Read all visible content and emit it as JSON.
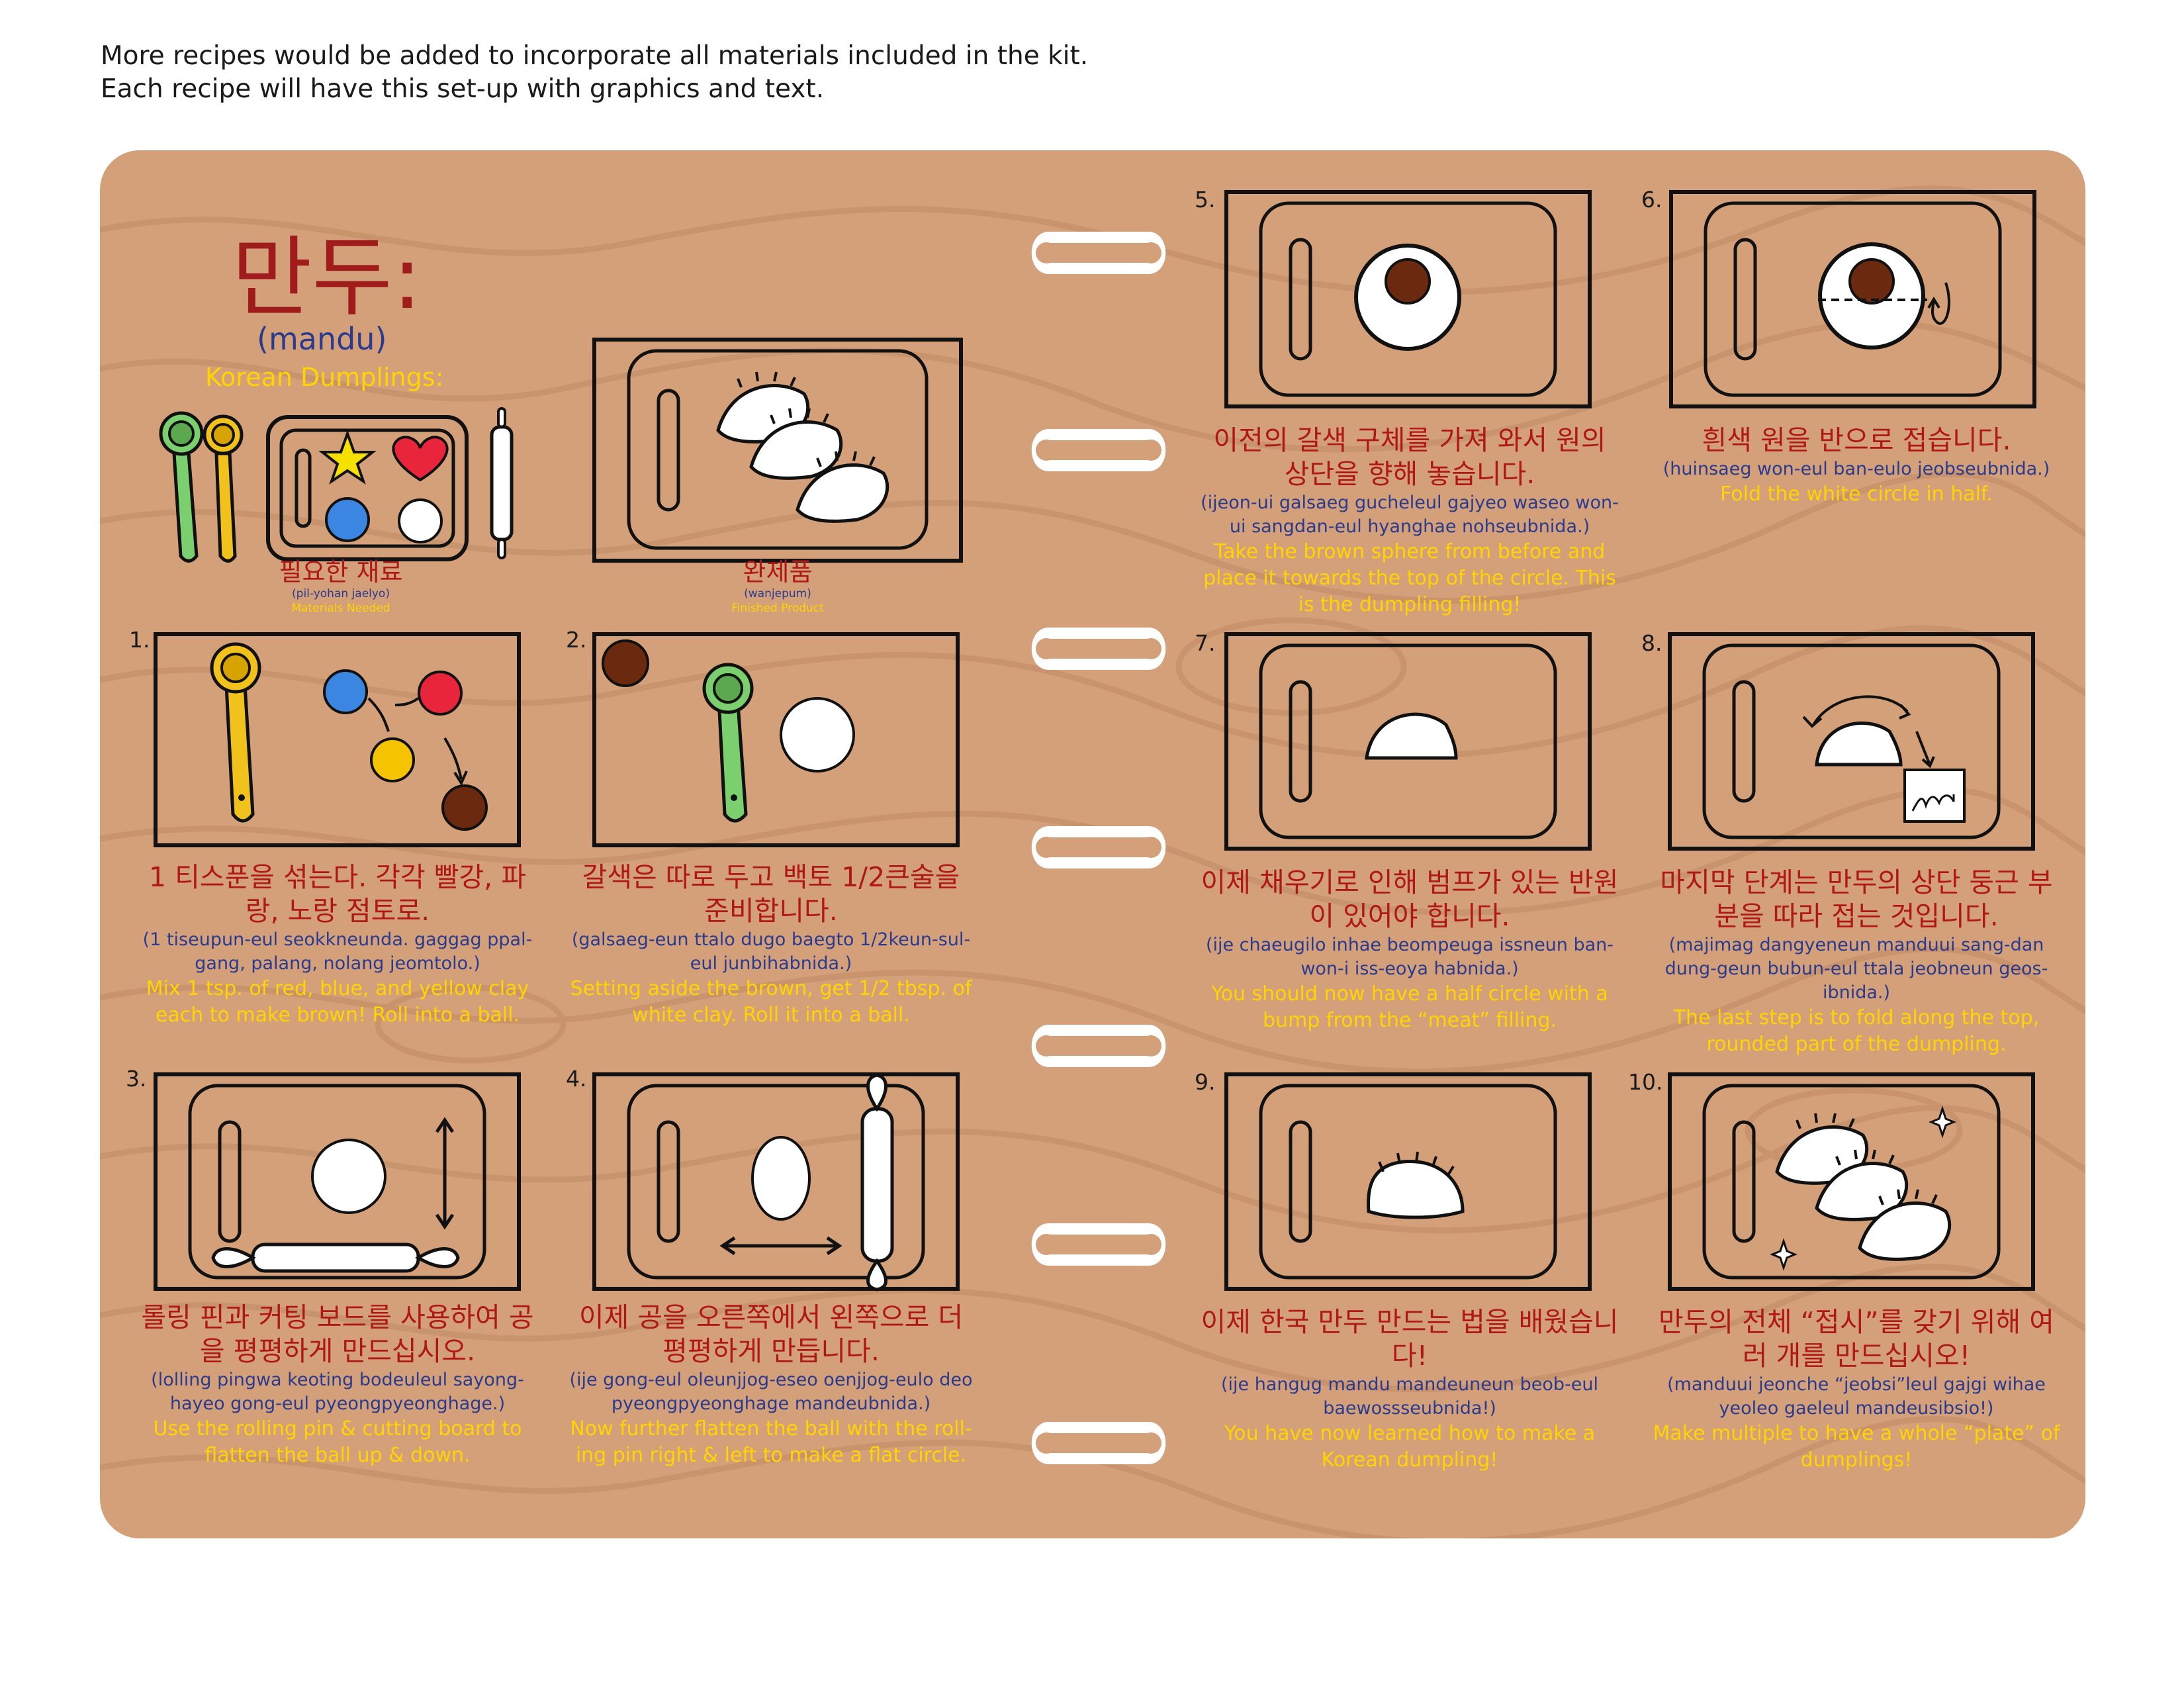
{
  "intro": {
    "line1": "More recipes would be added to incorporate all materials included in the kit.",
    "line2": "Each recipe will have this set-up with graphics and text."
  },
  "header": {
    "title_ko": "만두:",
    "title_rom": "(mandu)",
    "title_en": "Korean Dumplings:"
  },
  "colors": {
    "board": "#d3a07a",
    "korean_text": "#b01818",
    "romanization": "#2a3a8f",
    "english": "#ffd400",
    "clay_red": "#e8253a",
    "clay_blue": "#3a86e0",
    "clay_yellow": "#f5c300",
    "clay_brown": "#6b2a10",
    "spoon_green": "#7ccf6e",
    "spoon_yellow": "#f2c21c"
  },
  "materials": {
    "ko": "필요한 재료",
    "rom": "(pil-yohan jaelyo)",
    "en": "Materials Needed"
  },
  "finished": {
    "ko": "완제품",
    "rom": "(wanjepum)",
    "en": "Finished Product"
  },
  "steps": [
    {
      "number": "1.",
      "ko": "1 티스푼을 섞는다. 각각 빨강, 파랑, 노랑 점토로.",
      "rom": "(1 tiseupun-eul seokkneunda. gaggag ppal-gang, palang, nolang jeomtolo.)",
      "en": "Mix 1 tsp. of red, blue, and yellow clay each to make brown! Roll into a ball."
    },
    {
      "number": "2.",
      "ko": "갈색은 따로 두고 백토 1/2큰술을 준비합니다.",
      "rom": "(galsaeg-eun ttalo dugo baegto 1/2keun-sul-eul junbihabnida.)",
      "en": "Setting aside the brown, get 1/2 tbsp. of white clay. Roll it into a ball."
    },
    {
      "number": "3.",
      "ko": "롤링 핀과 커팅 보드를 사용하여 공을 평평하게 만드십시오.",
      "rom": "(lolling pingwa keoting bodeuleul sayong-hayeo gong-eul pyeongpyeonghage.)",
      "en": "Use the rolling pin & cutting board to flatten the ball up & down."
    },
    {
      "number": "4.",
      "ko": "이제 공을 오른쪽에서 왼쪽으로 더 평평하게 만듭니다.",
      "rom": "(ije gong-eul oleunjjog-eseo oenjjog-eulo deo pyeongpyeonghage mandeubnida.)",
      "en": "Now further flatten the ball with the roll-ing pin right & left to make a flat circle."
    },
    {
      "number": "5.",
      "ko": "이전의 갈색 구체를 가져 와서 원의 상단을 향해 놓습니다.",
      "rom": "(ijeon-ui galsaeg gucheleul gajyeo waseo won-ui sangdan-eul hyanghae nohseubnida.)",
      "en": "Take the brown sphere from before and place it towards the top of the circle. This is the dumpling filling!"
    },
    {
      "number": "6.",
      "ko": "흰색 원을 반으로 접습니다.",
      "rom": "(huinsaeg won-eul ban-eulo jeobseubnida.)",
      "en": "Fold the white circle in half."
    },
    {
      "number": "7.",
      "ko": "이제 채우기로 인해 범프가 있는 반원이 있어야 합니다.",
      "rom": "(ije chaeugilo inhae beompeuga issneun ban-won-i iss-eoya habnida.)",
      "en": "You should now have a half circle with a bump from the “meat” filling."
    },
    {
      "number": "8.",
      "ko": "마지막 단계는 만두의 상단 둥근 부분을 따라 접는 것입니다.",
      "rom": "(majimag dangyeneun manduui sang-dan dung-geun bubun-eul ttala jeobneun geos-ibnida.)",
      "en": "The last step is to fold along the top, rounded part of the dumpling."
    },
    {
      "number": "9.",
      "ko": "이제 한국 만두 만드는 법을 배웠습니다!",
      "rom": "(ije hangug mandu mandeuneun beob-eul baewossseubnida!)",
      "en": "You have now learned how to make a Korean dumpling!"
    },
    {
      "number": "10.",
      "ko": "만두의 전체 “접시”를 갖기 위해 여러 개를 만드십시오!",
      "rom": "(manduui jeonche “jeobsi”leul gajgi wihae yeoleo gaeleul mandeusibsio!)",
      "en": "Make multiple to have a whole “plate” of dumplings!"
    }
  ]
}
